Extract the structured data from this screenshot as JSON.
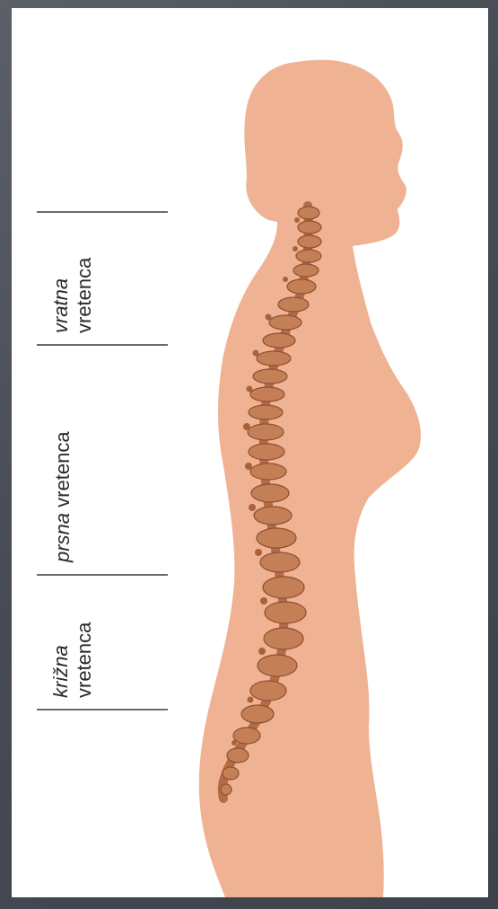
{
  "diagram": {
    "labels": {
      "cervical_line1": "vratna",
      "cervical_line2": "vretenca",
      "thoracic_line1": "prsna",
      "thoracic_line2": "vretenca",
      "sacral_line1": "križna",
      "sacral_line2": "vretenca"
    },
    "colors": {
      "skin": "#efb394",
      "bone": "#c07a55",
      "bone_dark": "#8f4f2f",
      "divider": "#6b6b6b",
      "frame": "#4a4e57"
    },
    "icons": [
      "female-silhouette-icon",
      "spine-icon"
    ]
  }
}
